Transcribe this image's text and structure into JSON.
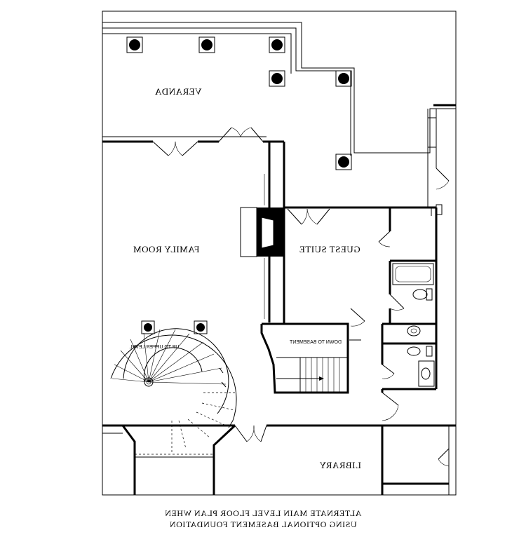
{
  "rooms": {
    "veranda": "VERANDA",
    "family_room": "FAMILY ROOM",
    "guest_suite": "GUEST SUITE",
    "library": "LIBRARY"
  },
  "stairs": {
    "up_label": "UP TO UPPER LEVEL",
    "down_label": "DOWN TO BASEMENT"
  },
  "caption": {
    "line1": "ALTERNATE MAIN LEVEL FLOOR PLAN WHEN",
    "line2": "USING OPTIONAL BASEMENT FOUNDATION"
  },
  "image_style": "mirrored"
}
